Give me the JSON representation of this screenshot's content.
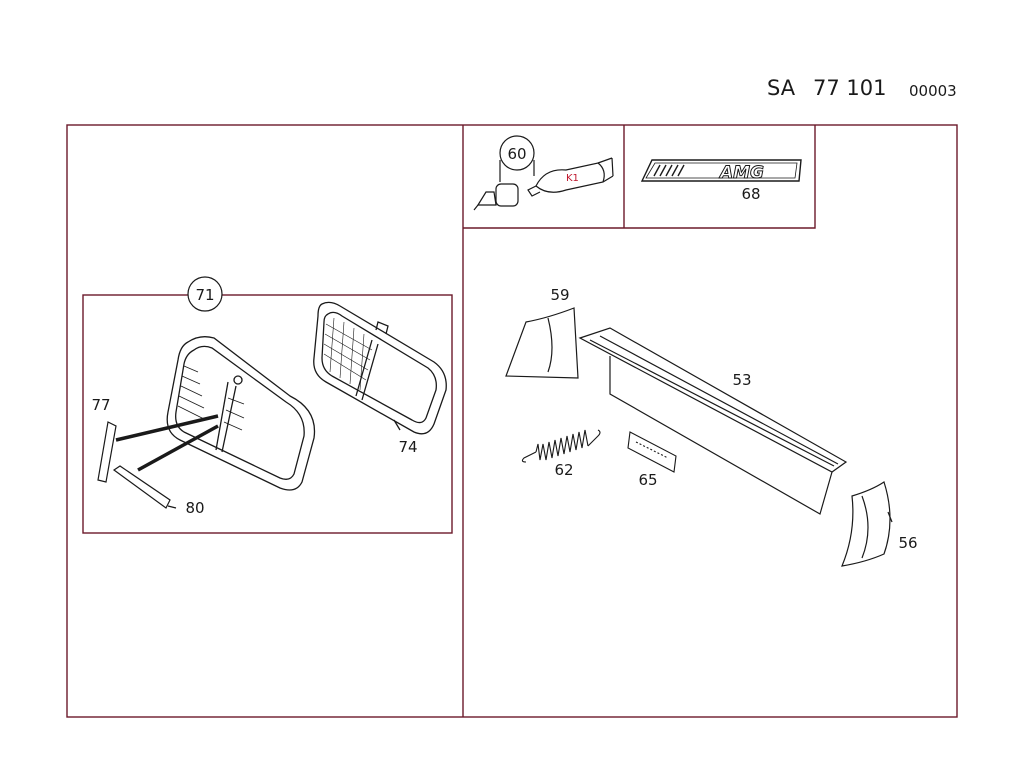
{
  "header": {
    "prefix": "SA",
    "number": "77 101",
    "code": "00003"
  },
  "colors": {
    "frame": "#6b1a2a",
    "ink": "#1a1a1a",
    "accent": "#c0182e"
  },
  "parts": {
    "p53": "53",
    "p56": "56",
    "p59": "59",
    "p60": "60",
    "p62": "62",
    "p65": "65",
    "p68": "68",
    "p71": "71",
    "p74": "74",
    "p77": "77",
    "p80": "80"
  },
  "tube_label": "K1",
  "badge_text": "AMG"
}
